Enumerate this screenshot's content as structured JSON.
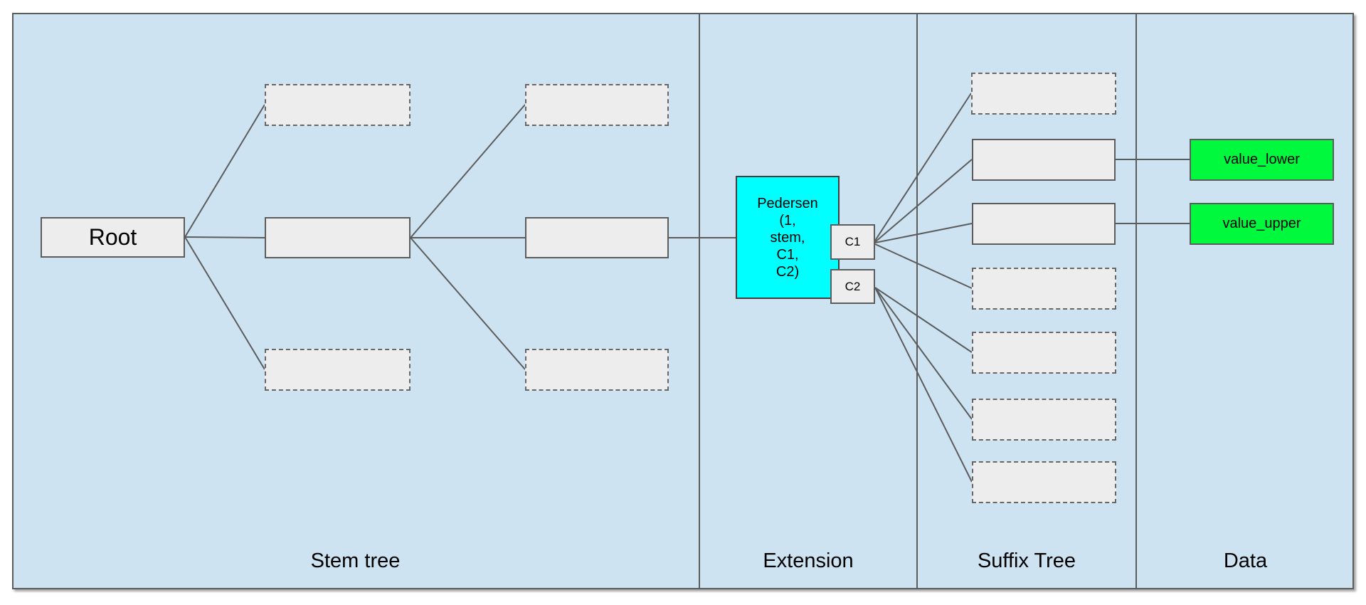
{
  "diagram": {
    "sections": [
      {
        "label": "Stem tree"
      },
      {
        "label": "Extension"
      },
      {
        "label": "Suffix Tree"
      },
      {
        "label": "Data"
      }
    ],
    "nodes": {
      "root": {
        "label": "Root"
      },
      "pedersen": {
        "lines": [
          "Pedersen",
          "(1,",
          "stem,",
          "C1,",
          "C2)"
        ]
      },
      "c1": {
        "label": "C1"
      },
      "c2": {
        "label": "C2"
      },
      "value_lower": {
        "label": "value_lower"
      },
      "value_upper": {
        "label": "value_upper"
      }
    },
    "placeholder_counts": {
      "stem_dashed_boxes": 4,
      "stem_solid_boxes": 2,
      "suffix_dashed_boxes": 5,
      "suffix_solid_boxes": 2
    },
    "colors": {
      "panel_bg": "#cde3f2",
      "line": "#5c5c5c",
      "box_border": "#5c5c5c",
      "box_fill": "#ededed",
      "cyan_fill": "#00ffff",
      "green_fill": "#00f93c",
      "text": "#000000"
    }
  }
}
